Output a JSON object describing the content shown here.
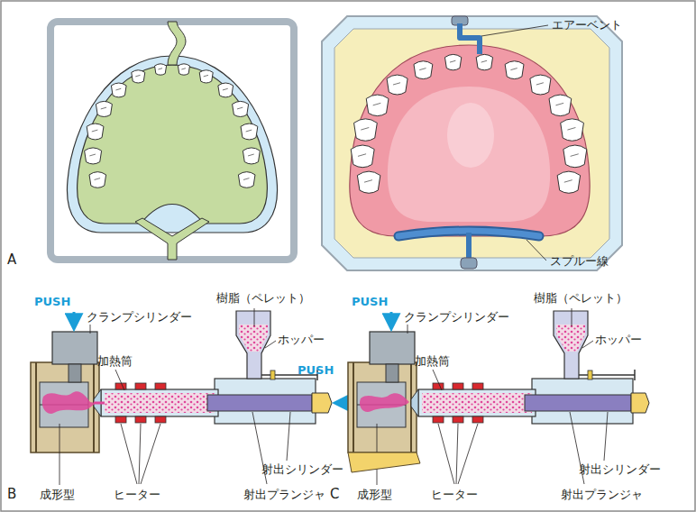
{
  "diagram": {
    "labels": [
      "A",
      "エアーベント",
      "スプルー線",
      "B",
      "PUSH",
      "クランプシリンダー",
      "樹脂（ペレット）",
      "ホッパー",
      "加熱筒",
      "PUSH",
      "射出シリンダー",
      "成形型",
      "ヒーター",
      "射出プランジャ",
      "C",
      "PUSH",
      "クランプシリンダー",
      "樹脂（ペレット）",
      "ホッパー",
      "加熱筒",
      "射出シリンダー",
      "成形型",
      "ヒーター",
      "射出プランジャ"
    ]
  }
}
